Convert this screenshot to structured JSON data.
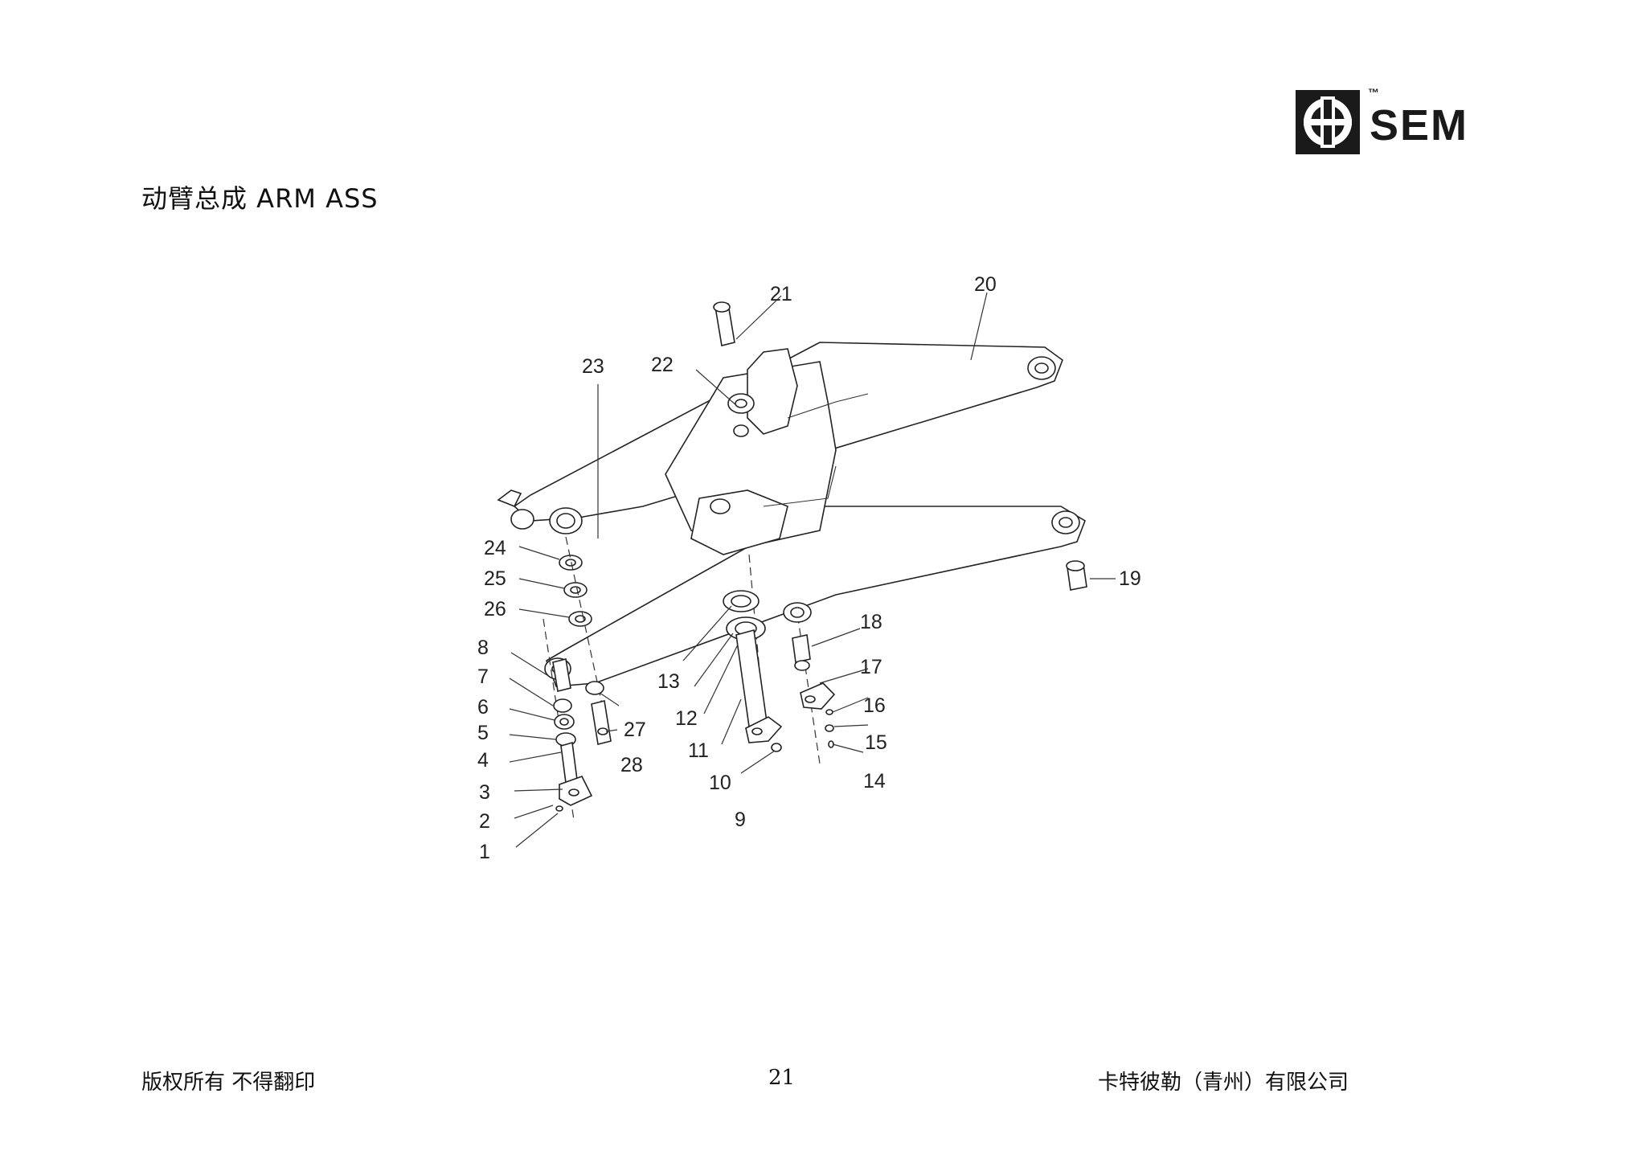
{
  "header": {
    "title": "动臂总成 ARM ASS",
    "logo_text": "SEM",
    "logo_mark": "™"
  },
  "diagram": {
    "callouts": [
      "1",
      "2",
      "3",
      "4",
      "5",
      "6",
      "7",
      "8",
      "9",
      "10",
      "11",
      "12",
      "13",
      "14",
      "15",
      "16",
      "17",
      "18",
      "19",
      "20",
      "21",
      "22",
      "23",
      "24",
      "25",
      "26",
      "27",
      "28"
    ]
  },
  "footer": {
    "copyright": "版权所有 不得翻印",
    "page_number": "21",
    "company": "卡特彼勒（青州）有限公司"
  }
}
